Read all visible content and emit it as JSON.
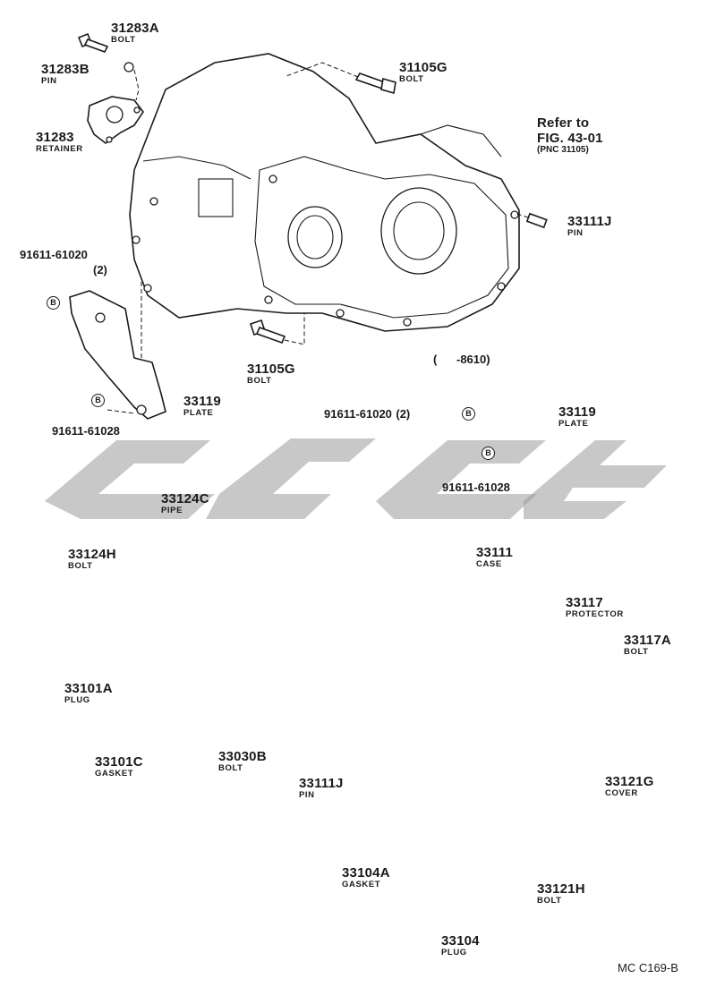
{
  "parts": {
    "p31283a": {
      "number": "31283A",
      "name": "BOLT"
    },
    "p31283b": {
      "number": "31283B",
      "name": "PIN"
    },
    "p31283": {
      "number": "31283",
      "name": "RETAINER"
    },
    "p31105g_top": {
      "number": "31105G",
      "name": "BOLT"
    },
    "p33111j_top": {
      "number": "33111J",
      "name": "PIN"
    },
    "p91611_61020_left": {
      "number": "91611-61020",
      "qty": "(2)"
    },
    "p31105g_mid": {
      "number": "31105G",
      "name": "BOLT"
    },
    "p33119_left": {
      "number": "33119",
      "name": "PLATE"
    },
    "p91611_61028_left": {
      "number": "91611-61028"
    },
    "p91611_61020_right": {
      "number": "91611-61020",
      "qty": "(2)"
    },
    "p33119_right": {
      "number": "33119",
      "name": "PLATE"
    },
    "p91611_61028_right": {
      "number": "91611-61028"
    },
    "p33124c": {
      "number": "33124C",
      "name": "PIPE"
    },
    "p33124h": {
      "number": "33124H",
      "name": "BOLT"
    },
    "p33111": {
      "number": "33111",
      "name": "CASE"
    },
    "p33117": {
      "number": "33117",
      "name": "PROTECTOR"
    },
    "p33117a": {
      "number": "33117A",
      "name": "BOLT"
    },
    "p33101a": {
      "number": "33101A",
      "name": "PLUG"
    },
    "p33101c": {
      "number": "33101C",
      "name": "GASKET"
    },
    "p33030b": {
      "number": "33030B",
      "name": "BOLT"
    },
    "p33111j_bot": {
      "number": "33111J",
      "name": "PIN"
    },
    "p33121g": {
      "number": "33121G",
      "name": "COVER"
    },
    "p33104a": {
      "number": "33104A",
      "name": "GASKET"
    },
    "p33121h": {
      "number": "33121H",
      "name": "BOLT"
    },
    "p33104": {
      "number": "33104",
      "name": "PLUG"
    }
  },
  "reference": {
    "line1": "Refer to",
    "line2": "FIG. 43-01",
    "line3": "(PNC 31105)"
  },
  "date_range": "(      -8610)",
  "bolt_marker": "B",
  "figure_code": "MC C169-B"
}
